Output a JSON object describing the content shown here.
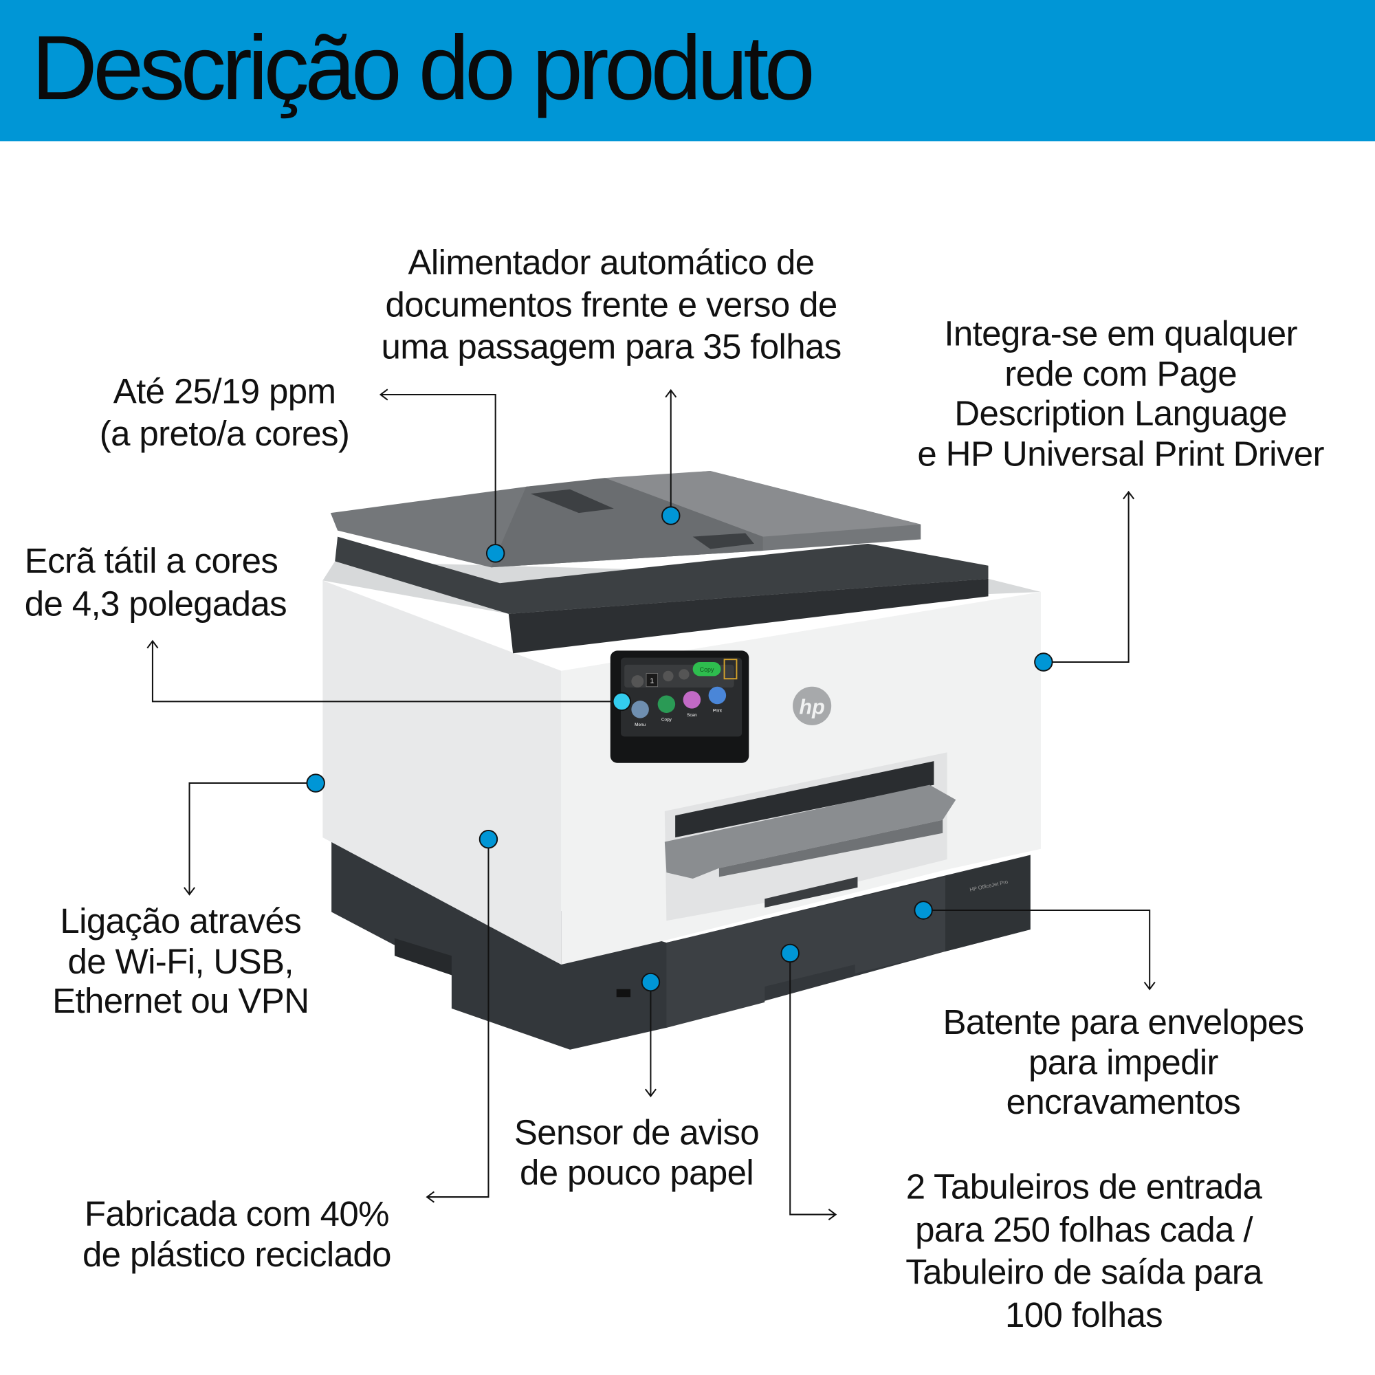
{
  "header": {
    "title": "Descrição do produto",
    "background_color": "#0096d6"
  },
  "callouts": {
    "adf": [
      "Alimentador automático de",
      "documentos frente e verso de",
      "uma passagem para 35 folhas"
    ],
    "speed": [
      "Até 25/19 ppm",
      "(a preto/a cores)"
    ],
    "network": [
      "Integra-se em qualquer",
      "rede com Page",
      "Description Language",
      "e HP Universal Print Driver"
    ],
    "touchscreen": [
      "Ecrã tátil a cores",
      "de 4,3 polegadas"
    ],
    "connectivity": [
      "Ligação através",
      "de Wi-Fi, USB,",
      "Ethernet ou VPN"
    ],
    "envelope": [
      "Batente para envelopes",
      "para impedir",
      "encravamentos"
    ],
    "sensor": [
      "Sensor de aviso",
      "de pouco papel"
    ],
    "recycled": [
      "Fabricada com 40%",
      "de plástico reciclado"
    ],
    "trays": [
      "2 Tabuleiros de entrada",
      "para 250 folhas cada /",
      "Tabuleiro de saída para",
      "100 folhas"
    ]
  },
  "printer": {
    "screen": {
      "copies": "1",
      "copy_button": "Copy",
      "apps": [
        "Menu",
        "Copy",
        "Scan",
        "Print"
      ]
    },
    "tray_label": "HP OfficeJet Pro",
    "logo": "hp",
    "dot_color": "#0096d6",
    "highlight_dot_color": "#33ccee"
  }
}
